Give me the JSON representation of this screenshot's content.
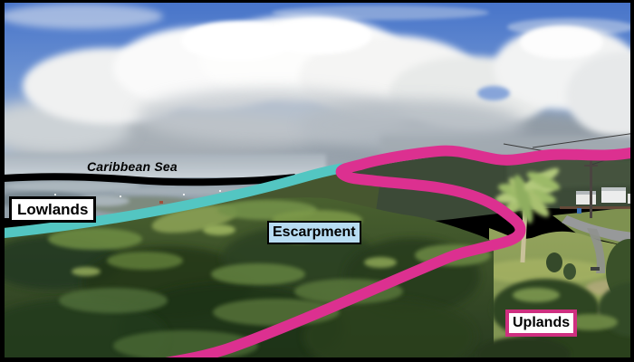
{
  "labels": {
    "caribbean_sea": "Caribbean Sea",
    "lowlands": "Lowlands",
    "escarpment": "Escarpment",
    "uplands": "Uplands"
  },
  "annotation_colors": {
    "black_horizon_line": "#000000",
    "cyan_boundary_line": "#53c6c2",
    "pink_boundary_line": "#dc3090",
    "lowlands_label_background": "#ffffff",
    "lowlands_label_border": "#000000",
    "escarpment_label_background": "#b8dcf2",
    "escarpment_label_border": "#000000",
    "uplands_label_background": "#ffffff",
    "uplands_label_border": "#cf2f80",
    "label_text": "#000000"
  }
}
